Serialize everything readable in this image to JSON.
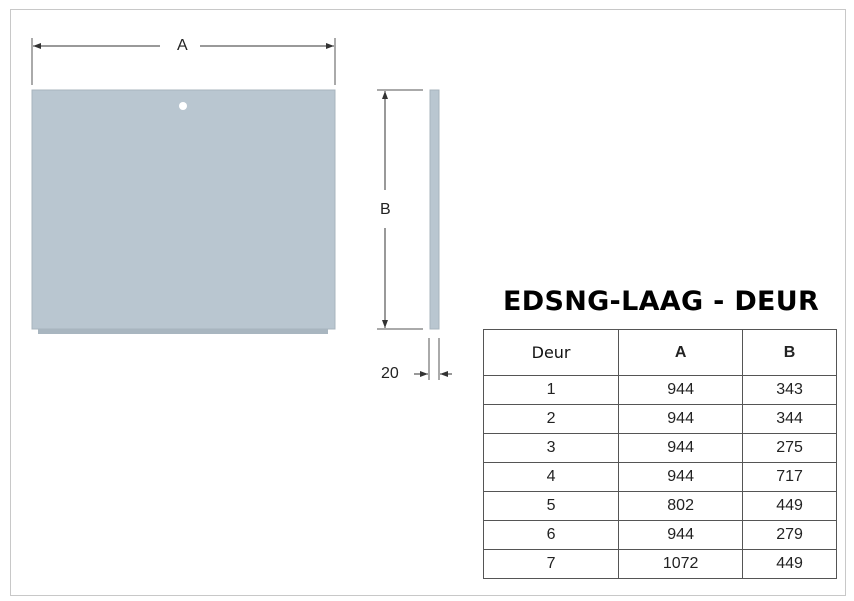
{
  "drawing": {
    "dim_a_label": "A",
    "dim_b_label": "B",
    "thickness_label": "20",
    "panel_color": "#b9c6d0"
  },
  "title": "EDSNG-LAAG - DEUR",
  "table": {
    "headers": [
      "Deur",
      "A",
      "B"
    ],
    "rows": [
      [
        "1",
        "944",
        "343"
      ],
      [
        "2",
        "944",
        "344"
      ],
      [
        "3",
        "944",
        "275"
      ],
      [
        "4",
        "944",
        "717"
      ],
      [
        "5",
        "802",
        "449"
      ],
      [
        "6",
        "944",
        "279"
      ],
      [
        "7",
        "1072",
        "449"
      ]
    ]
  }
}
